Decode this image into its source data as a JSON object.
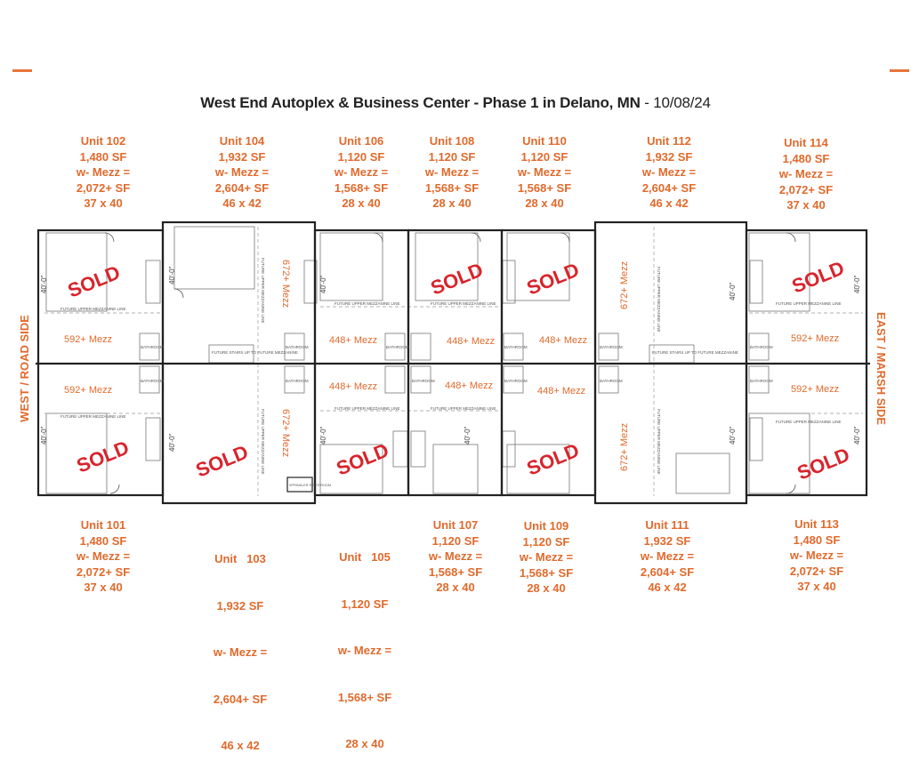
{
  "title": "West End Autoplex & Business Center - Phase 1 in Delano, MN",
  "date": "- 10/08/24",
  "west_label": "WEST / ROAD SIDE",
  "east_label": "EAST / MARSH SIDE",
  "accent_color": "#e06a2c",
  "sold_color": "#d8242c",
  "top_units": [
    {
      "unit": "Unit 102",
      "sf": "1,480 SF",
      "mezz_label": "w- Mezz =",
      "mezz_sf": "2,072+ SF",
      "dims": "37 x 40"
    },
    {
      "unit": "Unit 104",
      "sf": "1,932 SF",
      "mezz_label": "w- Mezz =",
      "mezz_sf": "2,604+ SF",
      "dims": "46 x 42"
    },
    {
      "unit": "Unit 106",
      "sf": "1,120 SF",
      "mezz_label": "w- Mezz =",
      "mezz_sf": "1,568+ SF",
      "dims": "28 x 40"
    },
    {
      "unit": "Unit 108",
      "sf": "1,120 SF",
      "mezz_label": "w- Mezz =",
      "mezz_sf": "1,568+ SF",
      "dims": "28 x 40"
    },
    {
      "unit": "Unit 110",
      "sf": "1,120 SF",
      "mezz_label": "w- Mezz =",
      "mezz_sf": "1,568+ SF",
      "dims": "28 x 40"
    },
    {
      "unit": "Unit 112",
      "sf": "1,932 SF",
      "mezz_label": "w- Mezz =",
      "mezz_sf": "2,604+ SF",
      "dims": "46 x 42"
    },
    {
      "unit": "Unit 114",
      "sf": "1,480 SF",
      "mezz_label": "w- Mezz =",
      "mezz_sf": "2,072+ SF",
      "dims": "37 x 40"
    }
  ],
  "bottom_units": [
    {
      "unit": "Unit 101",
      "sf": "1,480 SF",
      "mezz_label": "w- Mezz =",
      "mezz_sf": "2,072+ SF",
      "dims": "37 x 40"
    },
    {
      "unit": "Unit   103",
      "sf": "1,932 SF",
      "mezz_label": "w- Mezz =",
      "mezz_sf": "2,604+ SF",
      "dims": "46 x 42"
    },
    {
      "unit": "Unit   105",
      "sf": "1,120 SF",
      "mezz_label": "w- Mezz =",
      "mezz_sf": "1,568+ SF",
      "dims": "28 x 40"
    },
    {
      "unit": "Unit 107",
      "sf": "1,120 SF",
      "mezz_label": "w- Mezz =",
      "mezz_sf": "1,568+ SF",
      "dims": "28 x 40"
    },
    {
      "unit": "Unit 109",
      "sf": "1,120 SF",
      "mezz_label": "w- Mezz =",
      "mezz_sf": "1,568+ SF",
      "dims": "28 x 40"
    },
    {
      "unit": "Unit 111",
      "sf": "1,932 SF",
      "mezz_label": "w- Mezz =",
      "mezz_sf": "2,604+ SF",
      "dims": "46 x 42"
    },
    {
      "unit": "Unit 113",
      "sf": "1,480 SF",
      "mezz_label": "w- Mezz =",
      "mezz_sf": "2,072+ SF",
      "dims": "37 x 40"
    }
  ],
  "plan": {
    "sold_text": "SOLD",
    "mezz_592": "592+ Mezz",
    "mezz_448": "448+ Mezz",
    "mezz_672": "672+ Mezz",
    "dim_40": "40'-0\"",
    "mezz_line_note": "FUTURE UPPER MEZZANINE LINE",
    "bathroom_note": "BATHROOM",
    "sprinkler_note": "SPRINKLER RISER ROOM",
    "stair_note": "FUTURE STAIRS UP TO FUTURE MEZZANINE"
  }
}
